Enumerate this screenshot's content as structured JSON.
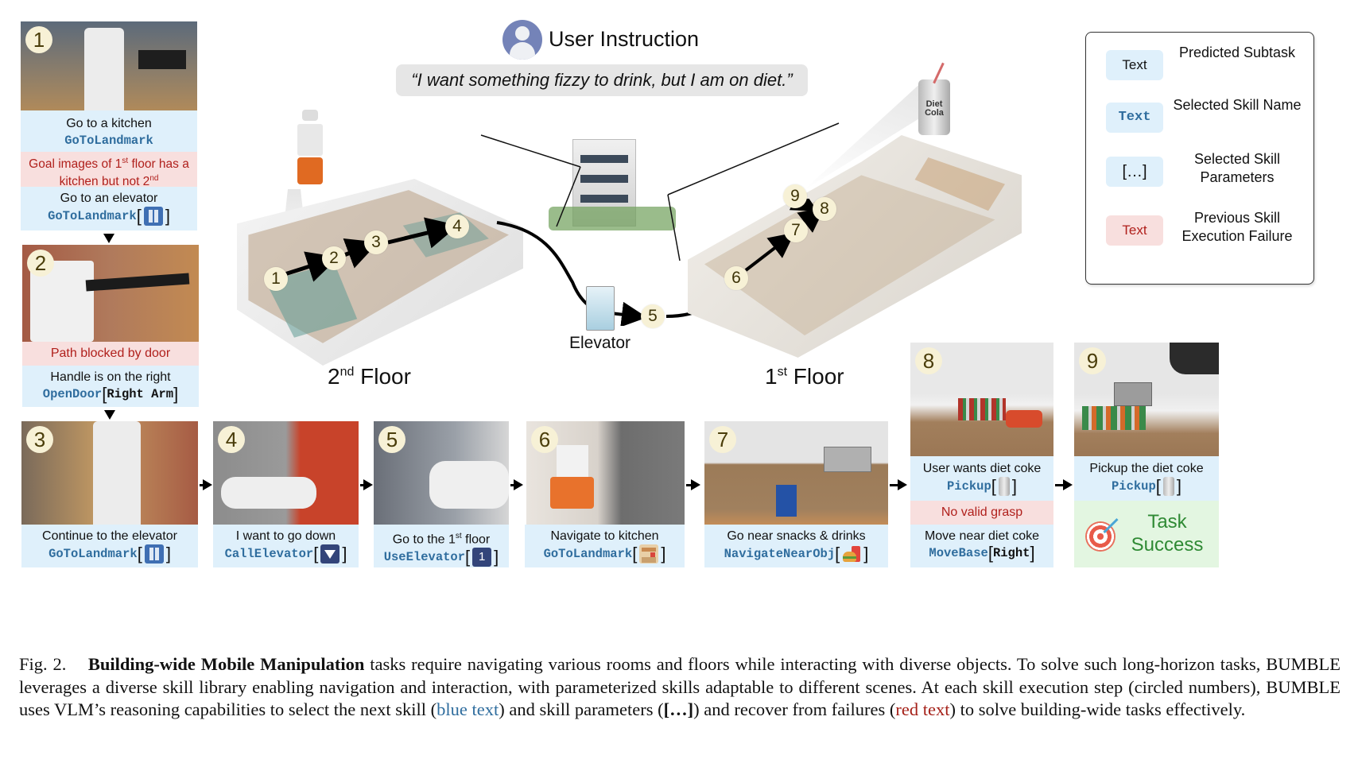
{
  "header": {
    "title": "User Instruction",
    "instruction": "“I want something fizzy to drink, but I am on diet.”"
  },
  "legend": {
    "items": [
      {
        "chip": "Text",
        "style": "subtask",
        "label": "Predicted Subtask"
      },
      {
        "chip": "Text",
        "style": "skill",
        "label": "Selected Skill Name"
      },
      {
        "chip": "[…]",
        "style": "params",
        "label": "Selected Skill Parameters"
      },
      {
        "chip": "Text",
        "style": "failure",
        "label": "Previous Skill Execution Failure"
      }
    ]
  },
  "map": {
    "floor2_label_num": "2",
    "floor2_label_sup": "nd",
    "floor2_label_rest": " Floor",
    "floor1_label_num": "1",
    "floor1_label_sup": "st",
    "floor1_label_rest": " Floor",
    "elevator_label": "Elevator",
    "can_label": "Diet Cola",
    "waypoints": [
      "1",
      "2",
      "3",
      "4",
      "5",
      "6",
      "7",
      "8",
      "9"
    ]
  },
  "steps": [
    {
      "num": "1",
      "subtask": "Go to a kitchen",
      "skill": "GoToLandmark",
      "failure_pre": "Goal images of 1",
      "failure_sup1": "st",
      "failure_mid": "  floor has a kitchen but not 2",
      "failure_sup2": "nd",
      "subtask2": "Go to an elevator",
      "skill2": "GoToLandmark",
      "param2_icon": "elevator-icon"
    },
    {
      "num": "2",
      "failure": "Path blocked by door",
      "subtask": "Handle is on the right",
      "skill": "OpenDoor",
      "param": "Right Arm"
    },
    {
      "num": "3",
      "subtask": "Continue to the elevator",
      "skill": "GoToLandmark",
      "param_icon": "elevator-icon"
    },
    {
      "num": "4",
      "subtask": "I want to go down",
      "skill": "CallElevator",
      "param_icon": "down-arrow-button-icon"
    },
    {
      "num": "5",
      "subtask_pre": "Go to the 1",
      "subtask_sup": "st",
      "subtask_post": " floor",
      "skill": "UseElevator",
      "param_text": "1"
    },
    {
      "num": "6",
      "subtask": "Navigate to kitchen",
      "skill": "GoToLandmark",
      "param_icon": "kitchen-icon"
    },
    {
      "num": "7",
      "subtask": "Go near snacks & drinks",
      "skill": "NavigateNearObj",
      "param_icon": "snacks-drinks-icon"
    },
    {
      "num": "8",
      "subtask": "User wants diet coke",
      "skill": "Pickup",
      "param_icon": "soda-can-icon",
      "failure": "No valid grasp",
      "subtask2": "Move near diet coke",
      "skill2": "MoveBase",
      "param2": "Right"
    },
    {
      "num": "9",
      "subtask": "Pickup the diet coke",
      "skill": "Pickup",
      "param_icon": "soda-can-icon",
      "result_line1": "Task",
      "result_line2": "Success"
    }
  ],
  "caption": {
    "fig": "Fig. 2.",
    "bold": "Building-wide Mobile Manipulation",
    "text1": " tasks require navigating various rooms and floors while interacting with diverse objects. To solve such long-horizon tasks, BUMBLE leverages a diverse skill library enabling navigation and interaction, with parameterized skills adaptable to different scenes. At each skill execution step (circled numbers), BUMBLE uses VLM’s reasoning capabilities to select the next skill (",
    "blue": "blue text",
    "text2": ") and skill parameters (",
    "bracket": "[…]",
    "text3": ") and recover from failures (",
    "red": "red text",
    "text4": ") to solve building-wide tasks effectively."
  },
  "colors": {
    "subtask_bg": "#dff0fb",
    "failure_bg": "#f8dfde",
    "failure_text": "#b0201c",
    "skill_text": "#2f6d9e",
    "success_bg": "#e3f6e1",
    "success_text": "#2f8a34",
    "badge_bg": "#f7f1d6"
  }
}
